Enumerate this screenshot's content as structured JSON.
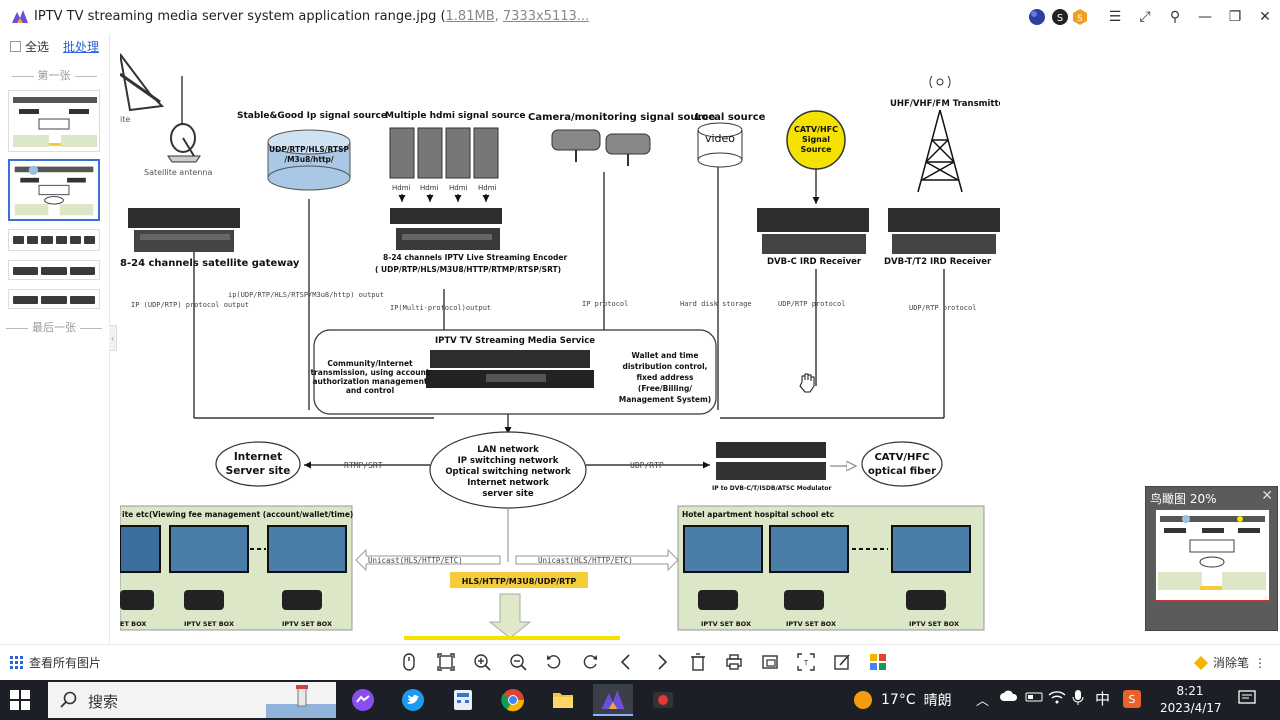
{
  "window": {
    "title_main": "IPTV TV streaming media server system application range.jpg (",
    "file_size": "1.81MB",
    "dimensions": "7333x5113..."
  },
  "sidebar": {
    "select_all": "全选",
    "batch": "批处理",
    "first_page": "第一张",
    "last_page": "最后一张"
  },
  "diagram": {
    "satellite_label": "Satellite antenna",
    "satellite_partial": "ite",
    "stable_source": "Stable&Good Ip signal source",
    "udp_cylinder_1": "UDP/RTP/HLS/RTSP",
    "udp_cylinder_2": "/M3u8/http/",
    "hdmi_source": "Multiple hdmi signal source",
    "hdmi_labels": [
      "Hdmi",
      "Hdmi",
      "Hdmi",
      "Hdmi"
    ],
    "camera_source": "Camera/monitoring signal source",
    "local_source": "Local source",
    "video": "video",
    "catv_source": [
      "CATV/HFC",
      "Signal",
      "Source"
    ],
    "uhf_label": "UHF/VHF/FM Transmitter",
    "sat_gateway": "8-24 channels satellite gateway",
    "encoder_1": "8-24 channels IPTV Live Streaming Encoder",
    "encoder_2": "( UDP/RTP/HLS/M3U8/HTTP/RTMP/RTSP/SRT)",
    "dvbc": "DVB-C IRD Receiver",
    "dvbt": "DVB-T/T2 IRD Receiver",
    "out_udp_rtp": "IP (UDP/RTP) protocol output",
    "out_ip_multi": "ip(UDP/RTP/HLS/RTSP/M3u8/http) output",
    "out_multi_protocol": "IP(Multi-protocol)output",
    "out_ip_protocol": "IP protocol",
    "out_hdd": "Hard disk storage",
    "out_udp_protocol": "UDP/RTP protocol",
    "out_udp_protocol2": "UDP/RTP protocol",
    "service_title": "IPTV TV Streaming Media Service",
    "community": [
      "Community/Internet",
      "transmission, using account",
      "authorization management",
      "and control"
    ],
    "wallet": [
      "Wallet and time",
      "distribution control,",
      "fixed address",
      "(Free/Billing/",
      "Management System)"
    ],
    "lan": [
      "LAN network",
      "IP switching network",
      "Optical switching network",
      "Internet network",
      "server site"
    ],
    "internet_server": [
      "Internet",
      "Server site"
    ],
    "rtmp_srt": "RTMP/SRT",
    "udp_rtp": "UDP/RTP",
    "modulator": "IP to DVB-C/T/ISDB/ATSC Modulator",
    "catv_fiber": [
      "CATV/HFC",
      "optical fiber"
    ],
    "left_panel_title": "ite etc(Viewing fee management (account/wallet/time)",
    "right_panel_title": "Hotel apartment hospital school etc",
    "unicast_left": "Unicast(HLS/HTTP/ETC)",
    "unicast_right": "Unicast(HLS/HTTP/ETC)",
    "hls_bar": "HLS/HTTP/M3U8/UDP/RTP",
    "set_box": "IPTV SET BOX",
    "set_box_partial": "ET BOX"
  },
  "birdseye": {
    "title": "鸟瞰图 20%"
  },
  "toolbar": {
    "view_all": "查看所有图片",
    "eraser": "消除笔"
  },
  "taskbar": {
    "search": "搜索",
    "temperature": "17°C",
    "weather": "晴朗",
    "ime": "中",
    "time": "8:21",
    "date": "2023/4/17"
  },
  "colors": {
    "accent": "#2b63d9",
    "catv_yellow": "#f5e200",
    "hls_bar": "#f4cc3a",
    "panel_green": "#dbe7c6",
    "taskbar": "#1c1f26"
  }
}
